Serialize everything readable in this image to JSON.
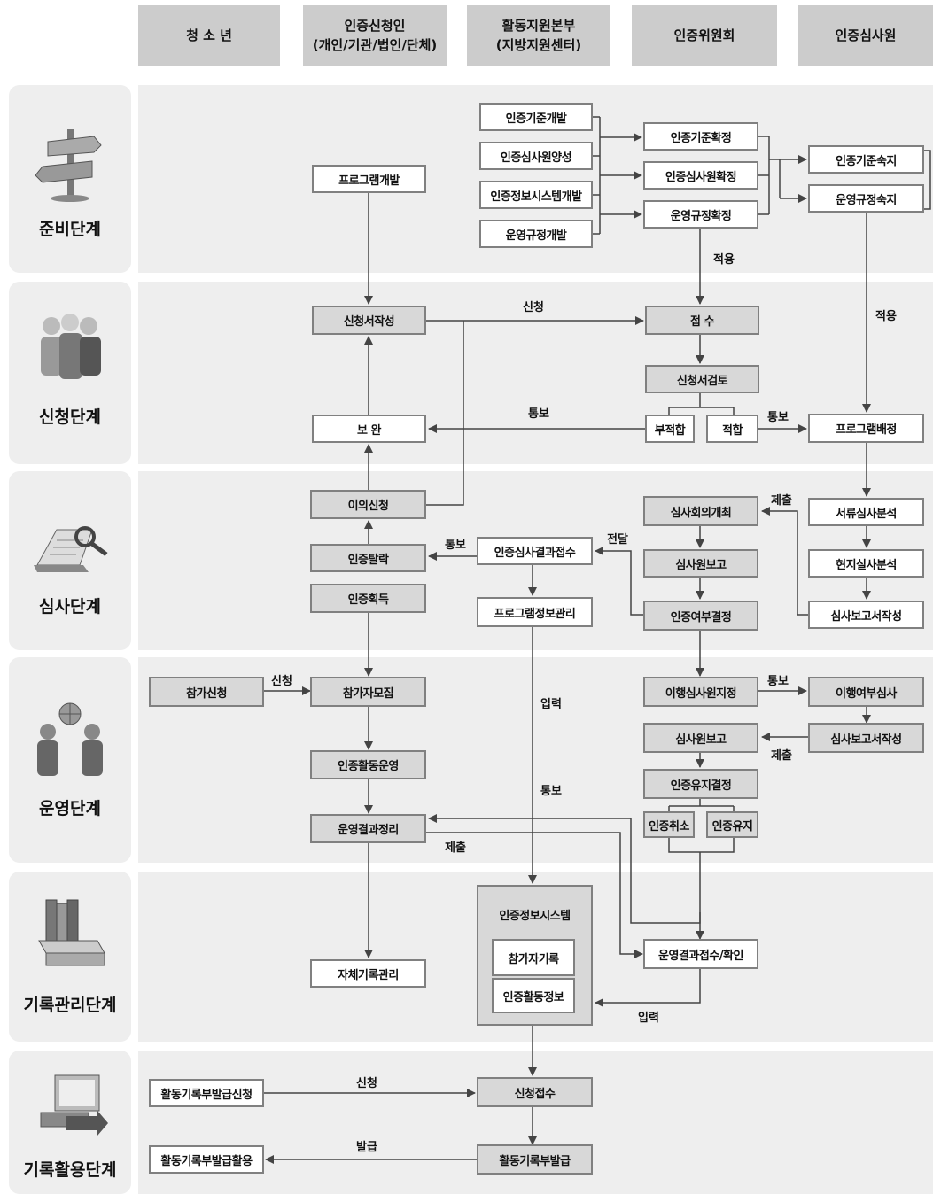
{
  "headers": [
    "청 소 년",
    "인증신청인\n(개인/기관/법인/단체)",
    "활동지원본부\n(지방지원센터)",
    "인증위원회",
    "인증심사원"
  ],
  "stages": [
    "준비단계",
    "신청단계",
    "심사단계",
    "운영단계",
    "기록관리단계",
    "기록활용단계"
  ],
  "boxes": {
    "dev_std": "인증기준개발",
    "dev_auditor": "인증심사원양성",
    "dev_system": "인증정보시스템개발",
    "dev_rule": "운영규정개발",
    "program_dev": "프로그램개발",
    "std_confirm": "인증기준확정",
    "auditor_confirm": "인증심사원확정",
    "rule_confirm": "운영규정확정",
    "std_learn": "인증기준숙지",
    "rule_learn": "운영규정숙지",
    "apply_write": "신청서작성",
    "receipt": "접 수",
    "apply_review": "신청서검토",
    "unfit": "부적합",
    "fit": "적합",
    "supplement": "보 완",
    "program_assign": "프로그램배정",
    "objection": "이의신청",
    "cert_fail": "인증탈락",
    "cert_get": "인증획득",
    "result_receipt": "인증심사결과접수",
    "program_info": "프로그램정보관리",
    "meeting": "심사회의개최",
    "auditor_report": "심사원보고",
    "cert_decision": "인증여부결정",
    "doc_analysis": "서류심사분석",
    "site_analysis": "현지실사분석",
    "report_write": "심사보고서작성",
    "join_apply": "참가신청",
    "recruit": "참가자모집",
    "activity_run": "인증활동운영",
    "result_manage": "운영결과정리",
    "perf_assign": "이행심사원지정",
    "perf_audit": "이행여부심사",
    "perf_report_write": "심사보고서작성",
    "auditor_report2": "심사원보고",
    "maintain_decision": "인증유지결정",
    "cancel": "인증취소",
    "maintain": "인증유지",
    "self_record": "자체기록관리",
    "info_system": "인증정보시스템",
    "participant_record": "참가자기록",
    "activity_info": "인증활동정보",
    "result_confirm": "운영결과접수/확인",
    "record_req": "활동기록부발급신청",
    "req_receipt": "신청접수",
    "record_use": "활동기록부발급활용",
    "record_issue": "활동기록부발급"
  },
  "labels": {
    "apply_1": "적용",
    "apply_2": "적용",
    "request_1": "신청",
    "notify_1": "통보",
    "notify_2": "통보",
    "submit_1": "제출",
    "deliver": "전달",
    "notify_3": "통보",
    "request_2": "신청",
    "input_1": "입력",
    "notify_4": "통보",
    "submit_2": "제출",
    "notify_5": "통보",
    "submit_3": "제출",
    "input_2": "입력",
    "request_3": "신청",
    "issue": "발급"
  },
  "icons": [
    "signpost-icon",
    "people-group-icon",
    "laptop-magnifier-icon",
    "people-globe-icon",
    "binders-tray-icon",
    "computer-arrow-icon"
  ]
}
